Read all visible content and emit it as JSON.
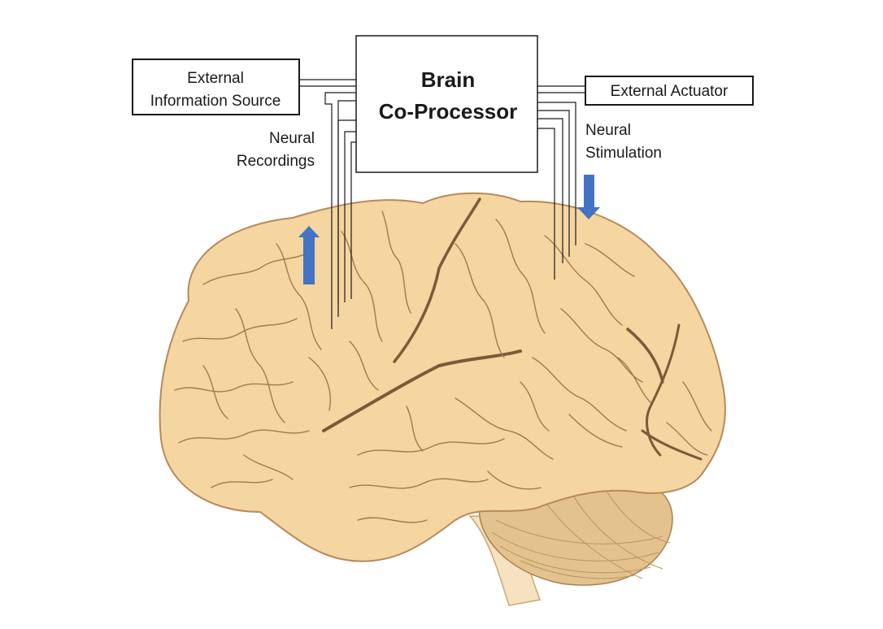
{
  "diagram": {
    "coprocessor": {
      "line1": "Brain",
      "line2": "Co-Processor"
    },
    "external_source": {
      "line1": "External",
      "line2": "Information Source"
    },
    "external_actuator": {
      "label": "External Actuator"
    },
    "neural_recordings": {
      "line1": "Neural",
      "line2": "Recordings"
    },
    "neural_stimulation": {
      "line1": "Neural",
      "line2": "Stimulation"
    }
  },
  "colors": {
    "brain_fill": "#f5d5a0",
    "brain_outline": "#b8895a",
    "sulci": "#8a6a45",
    "cerebellum_fill": "#e4c28e",
    "brainstem_fill": "#f6e2c0",
    "arrow": "#4472c4",
    "wire": "#1a1a1a"
  }
}
